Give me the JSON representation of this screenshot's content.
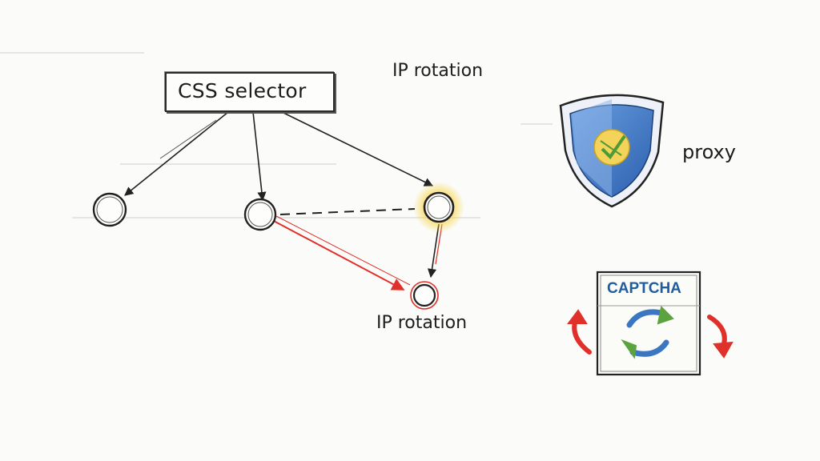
{
  "diagram": {
    "selector_label": "CSS selector",
    "ip_rotation_top": "IP rotation",
    "ip_rotation_bottom": "IP rotation",
    "proxy_label": "proxy",
    "captcha_label": "CAPTCHA"
  },
  "colors": {
    "ink": "#1c1c1c",
    "red_path": "#e0302a",
    "highlight": "#f2c21a",
    "shield_blue": "#3f78c4",
    "captcha_blue": "#1f5d9e",
    "refresh_green": "#5aa33e"
  },
  "icons": [
    "shield-icon",
    "refresh-icon",
    "rotate-left-arrow-icon",
    "rotate-right-arrow-icon"
  ]
}
